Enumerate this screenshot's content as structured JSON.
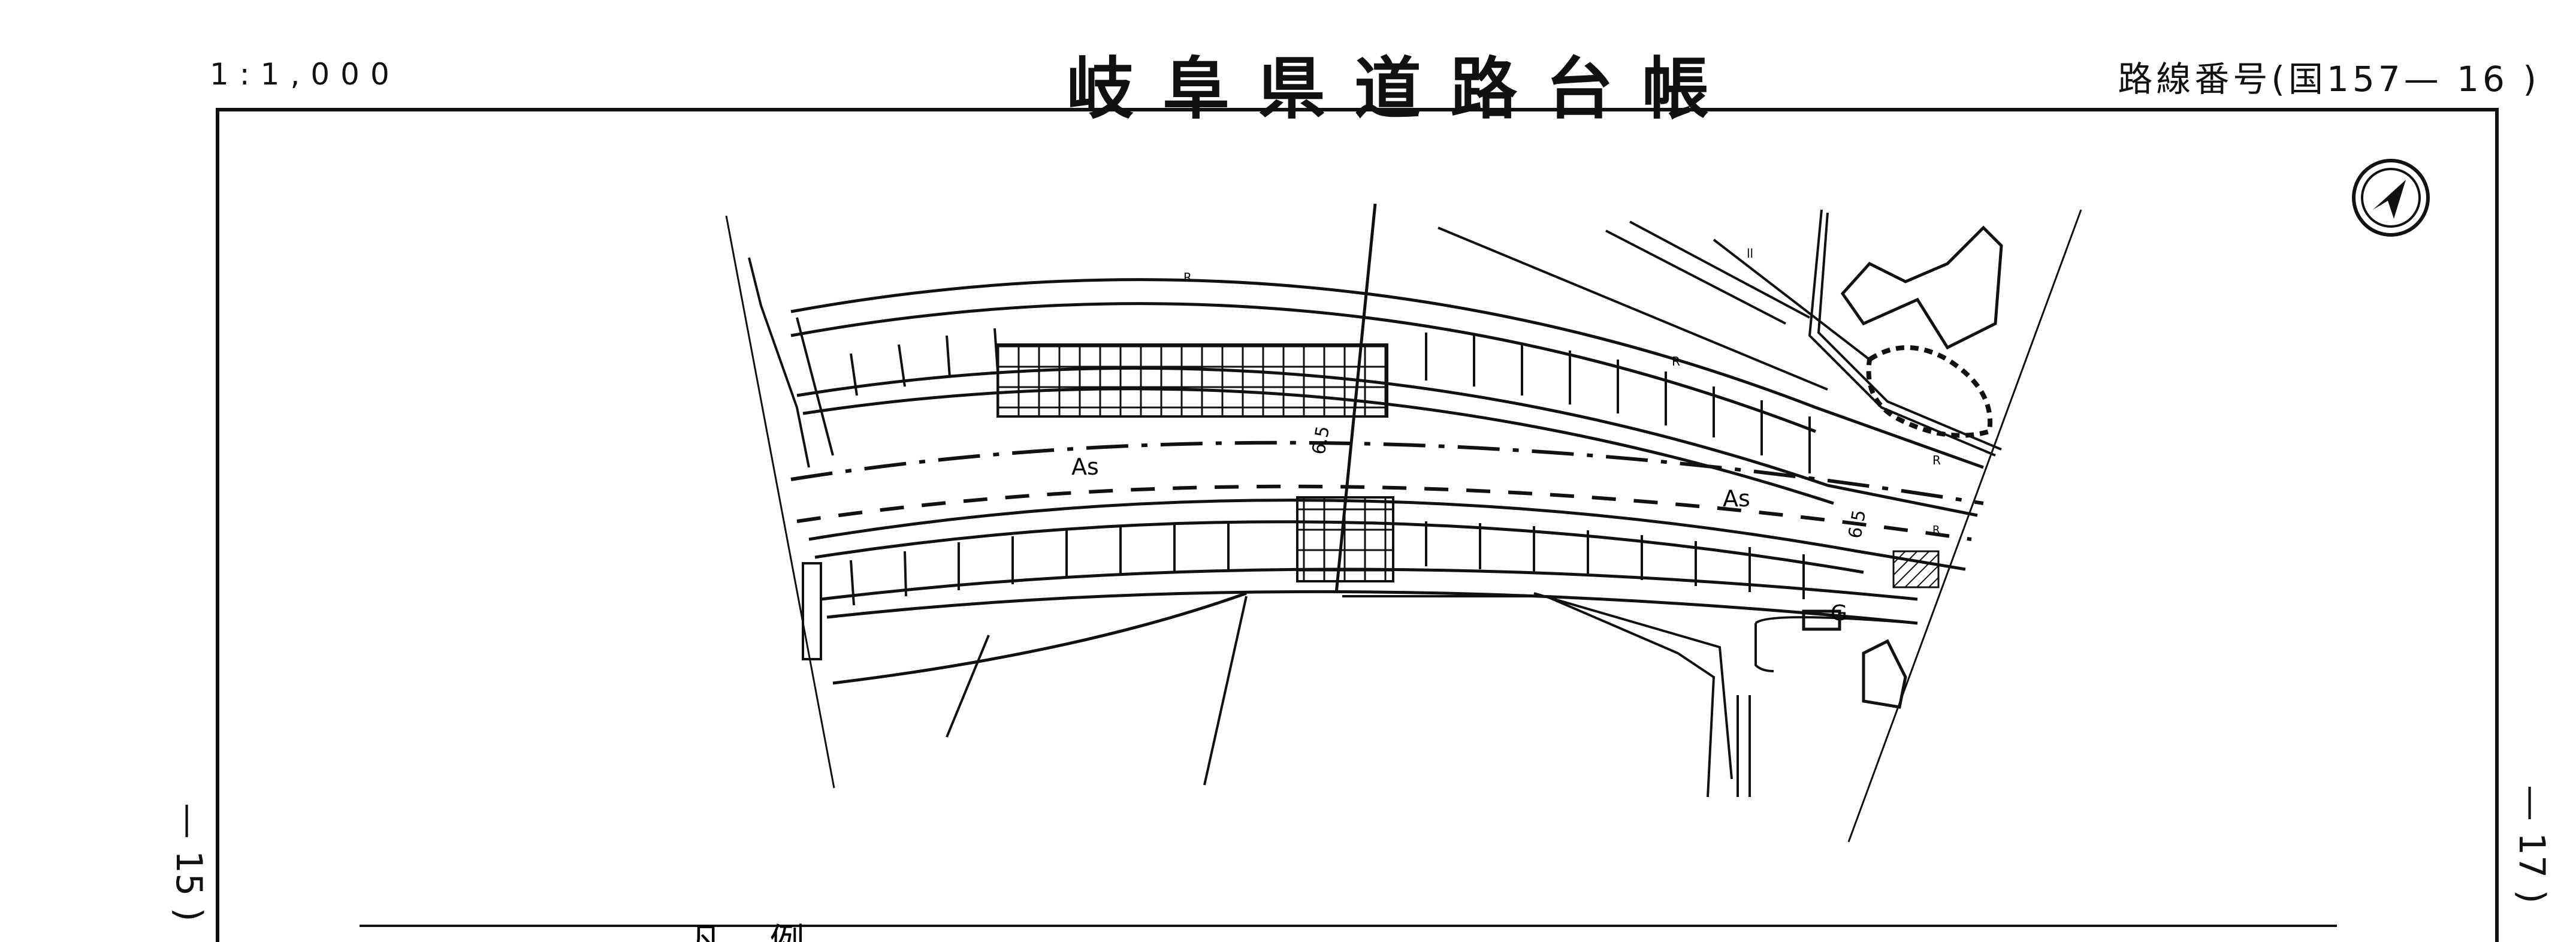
{
  "header": {
    "scale": "1:1,000",
    "title": "岐阜県道路台帳",
    "route_number": "路線番号(国157— 16 )"
  },
  "map": {
    "surface_label_1": "As",
    "surface_label_2": "As",
    "width_label_1": "6.5",
    "width_label_2": "6.5",
    "marker_g": "G",
    "marker_r1": "R",
    "marker_r2": "R",
    "marker_r3": "R",
    "marker_r4": "R",
    "marker_ii": "ll",
    "north_arrow_icon": "north-arrow-icon"
  },
  "adjacent": {
    "previous_sheet": "— 15 )",
    "next_sheet": "— 17 )"
  },
  "legend": {
    "partial_text": "凡 　例"
  }
}
